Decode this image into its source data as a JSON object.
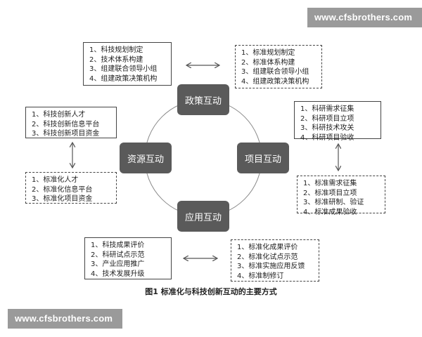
{
  "watermark": "www.cfsbrothers.com",
  "nodes": {
    "policy": "政策互动",
    "resource": "资源互动",
    "project": "项目互动",
    "application": "应用互动"
  },
  "boxes": {
    "policy_tech": [
      "1、科技规划制定",
      "2、技术体系构建",
      "3、组建联合领导小组",
      "4、组建政策决策机构"
    ],
    "policy_std": [
      "1、标准规划制定",
      "2、标准体系构建",
      "3、组建联合领导小组",
      "4、组建政策决策机构"
    ],
    "project_tech": [
      "1、科研需求征集",
      "2、科研项目立项",
      "3、科研技术攻关",
      "4、科研项目验收"
    ],
    "project_std": [
      "1、标准需求征集",
      "2、标准项目立项",
      "3、标准研制、验证",
      "4、标准成果验收"
    ],
    "resource_tech": [
      "1、科技创新人才",
      "2、科技创新信息平台",
      "3、科技创新项目资金"
    ],
    "resource_std": [
      "1、标准化人才",
      "2、标准化信息平台",
      "3、标准化项目资金"
    ],
    "app_tech": [
      "1、科技成果评价",
      "2、科研试点示范",
      "3、产业应用推广",
      "4、技术发展升级"
    ],
    "app_std": [
      "1、标准化成果评价",
      "2、标准化试点示范",
      "3、标准实施应用反馈",
      "4、标准制修订"
    ]
  },
  "caption": "图1 标准化与科技创新互动的主要方式",
  "colors": {
    "node": "#5a5a5a",
    "watermark": "#9a9a9a",
    "line": "#555555"
  }
}
